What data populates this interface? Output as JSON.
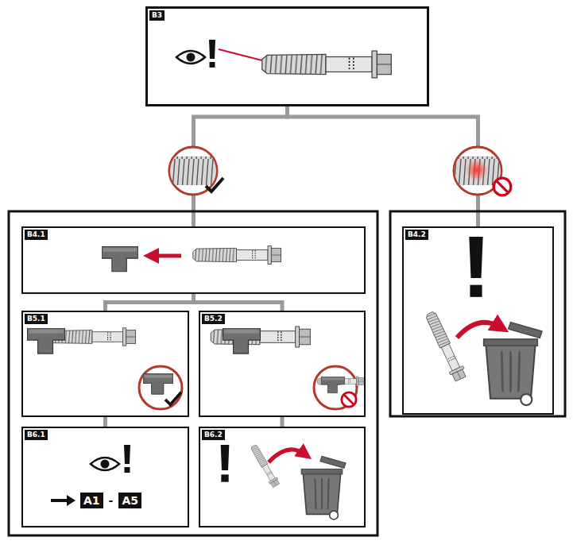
{
  "diagram": {
    "nodes": [
      {
        "text": [
          "B3"
        ]
      },
      {
        "text": [
          "B4.1"
        ]
      },
      {
        "text": [
          "B4.2"
        ]
      },
      {
        "text": [
          "B5.1"
        ]
      },
      {
        "text": [
          "B5.2"
        ]
      },
      {
        "text": [
          "B6.1"
        ]
      },
      {
        "text": [
          "B6.2"
        ]
      }
    ],
    "edges": [
      {
        "from": 0,
        "to": 1,
        "arrow": "none"
      },
      {
        "from": 0,
        "to": 2,
        "arrow": "none"
      },
      {
        "from": 1,
        "to": 3,
        "arrow": "none"
      },
      {
        "from": 1,
        "to": 4,
        "arrow": "none"
      },
      {
        "from": 3,
        "to": 5,
        "arrow": "none"
      },
      {
        "from": 4,
        "to": 6,
        "arrow": "none"
      }
    ],
    "labels": [
      "A1",
      "-",
      "A5"
    ]
  }
}
